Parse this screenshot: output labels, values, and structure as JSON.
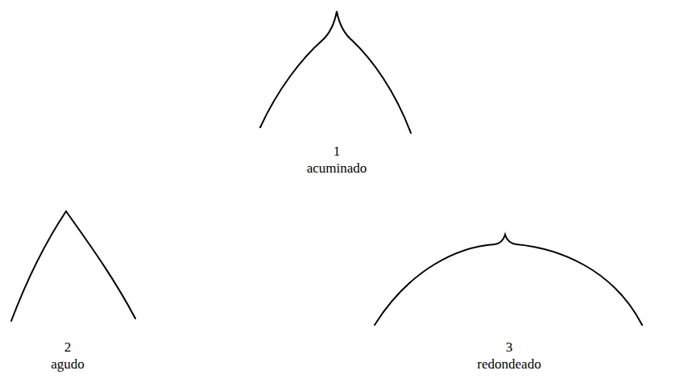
{
  "diagram": {
    "labels": [
      "1",
      "acuminado",
      "2",
      "agudo",
      "3",
      "redondeado"
    ]
  }
}
